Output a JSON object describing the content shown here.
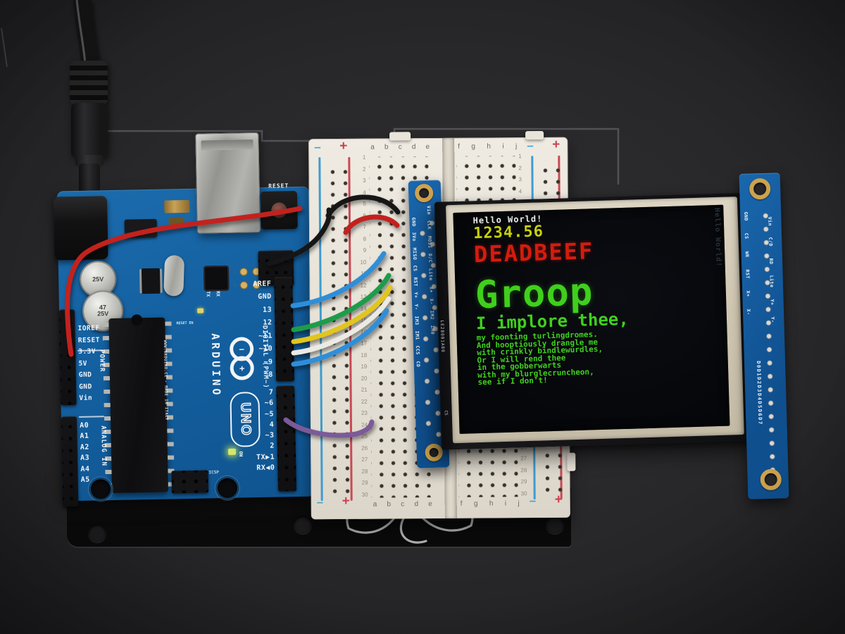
{
  "tft_screen": {
    "hello": "Hello World!",
    "number": "1234.56",
    "hex_word": "DEADBEEF",
    "big_word": "Groop",
    "implore": "I implore thee,",
    "poem": [
      "my foonting turlingdromes.",
      "And hooptiously drangle me",
      "with crinkly bindlewurdles,",
      "Or I will rend thee",
      "in the gobberwarts",
      "with my blurglecruncheon,",
      "see if I don't!"
    ],
    "ghost": "Hello World!",
    "colors": {
      "white": "#e9ece9",
      "yellow": "#c9d00a",
      "red": "#d41c0e",
      "green": "#3fd01c",
      "ghost": "#2e3945"
    }
  },
  "tft_left_header": {
    "outer_pins": [
      "GND",
      "3Vo",
      "MISO",
      "CS",
      "RST",
      "Y+",
      "Y-",
      "IM3",
      "IM1",
      "CCS",
      "CD"
    ],
    "inner_pins": [
      "Vin",
      "CLK",
      "MOSI",
      "D/C",
      "Lite",
      "X+",
      "X-",
      "IM2",
      "IM0"
    ],
    "flex_marking": "LE28001A80",
    "flex_marking_2": "CS"
  },
  "tft_right_header": {
    "left_pins": [
      "GND",
      "CS",
      "WR",
      "RST",
      "X+",
      "X-"
    ],
    "right_pins": [
      "Vin",
      "C/D",
      "RD",
      "Lite",
      "Y+",
      "Y-"
    ],
    "data_bus": "D0D1D2D3D4D5D6D7"
  },
  "arduino": {
    "brand": "ARDUINO",
    "model": "UNO",
    "reset_button_label": "RESET",
    "digital_header_label": "DIGITAL (PWM~)",
    "digital_top": [
      "AREF",
      "GND",
      "13",
      "12",
      "~11",
      "~10",
      "~9",
      "8"
    ],
    "digital_bottom": [
      "7",
      "~6",
      "~5",
      "4",
      "~3",
      "2",
      "TX▶1",
      "RX◀0"
    ],
    "power_header_label": "POWER",
    "power_pins": [
      "IOREF",
      "RESET",
      "3.3V",
      "5V",
      "GND",
      "GND",
      "Vin"
    ],
    "analog_header_label": "ANALOG IN",
    "analog_pins": [
      "A0",
      "A1",
      "A2",
      "A3",
      "A4",
      "A5"
    ],
    "on_label": "ON",
    "icsp_label": "ICSP",
    "tx_label": "TX",
    "rx_label": "RX",
    "reset_en_label": "RESET EN",
    "cap_small_label": "25V",
    "cap_large_label_1": "47",
    "cap_large_label_2": "25V",
    "made_in_label": "WWW.ARDUINO.CC - MADE IN ITALY",
    "logo_minus": "−",
    "logo_plus": "+"
  },
  "breadboard": {
    "columns_left": [
      "a",
      "b",
      "c",
      "d",
      "e"
    ],
    "columns_right": [
      "f",
      "g",
      "h",
      "i",
      "j"
    ],
    "rows": [
      "1",
      "2",
      "3",
      "4",
      "5",
      "6",
      "7",
      "8",
      "9",
      "10",
      "11",
      "12",
      "13",
      "14",
      "15",
      "16",
      "17",
      "18",
      "19",
      "20",
      "21",
      "22",
      "23",
      "24",
      "25",
      "26",
      "27",
      "28",
      "29",
      "30"
    ],
    "plus": "+",
    "minus": "–"
  },
  "wires": {
    "colors": {
      "black": "#161616",
      "red": "#c2221e",
      "blue": "#2f8ed8",
      "green": "#1e9c49",
      "yellow": "#e2c51d",
      "white": "#eceae4",
      "purple": "#7c5a99"
    }
  }
}
